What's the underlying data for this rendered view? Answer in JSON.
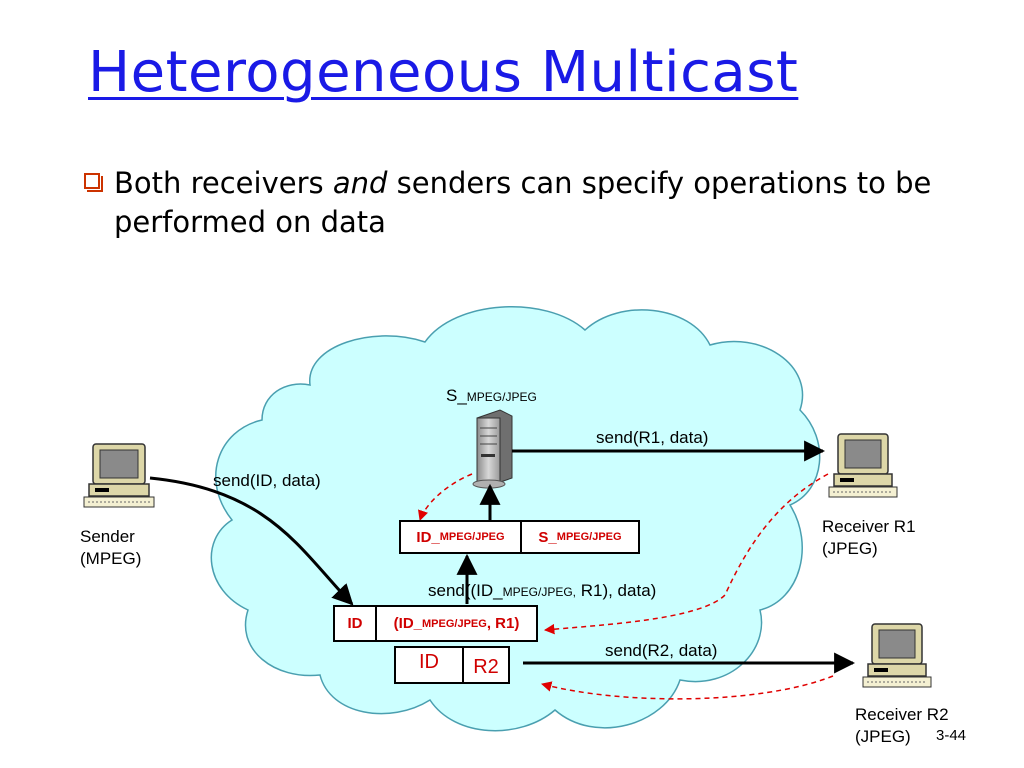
{
  "title": "Heterogeneous Multicast",
  "bullet": {
    "prefix": "Both receivers ",
    "emphasis": "and",
    "suffix": " senders can specify operations to be performed on data"
  },
  "diagram": {
    "server_label": {
      "main": "S_",
      "sub": "MPEG/JPEG"
    },
    "sender_label": [
      "Sender",
      "(MPEG)"
    ],
    "receiver_r1_label": [
      "Receiver R1",
      "(JPEG)"
    ],
    "receiver_r2_label": [
      "Receiver R2",
      "(JPEG)"
    ],
    "send_id_data": "send(ID, data)",
    "send_r1_data": "send(R1, data)",
    "send_r2_data": "send(R2, data)",
    "send_nested": {
      "pre": "send((ID_",
      "sub": "MPEG/JPEG,",
      "post": " R1), data)"
    },
    "top_boxes": {
      "left": {
        "main": "ID_",
        "sub": "MPEG/JPEG"
      },
      "right": {
        "main": "S_",
        "sub": "MPEG/JPEG"
      }
    },
    "middle_boxes": {
      "left": "ID",
      "right": {
        "main": "(ID_",
        "sub": "MPEG/JPEG",
        "post": ", R1)"
      }
    },
    "bottom_boxes": {
      "left": "ID",
      "right": "R2"
    }
  },
  "slide_number": "3-44",
  "colors": {
    "title": "#1a1ae6",
    "cloud_fill": "#ccffff",
    "highlight_text": "#d00000",
    "dashed_arrow": "#e00000"
  }
}
